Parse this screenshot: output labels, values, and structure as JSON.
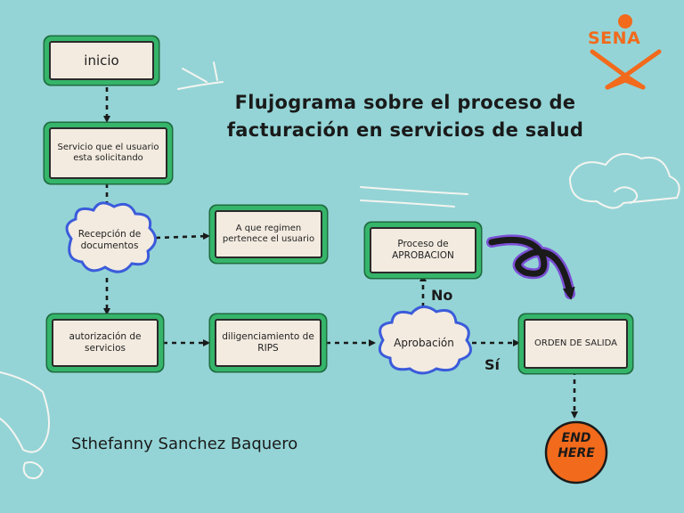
{
  "title": {
    "line1": "Flujograma sobre el proceso de",
    "line2": "facturación en servicios de salud"
  },
  "logo": {
    "text": "SENA",
    "color": "#f26a1b"
  },
  "nodes": {
    "inicio": "inicio",
    "servicio": "Servicio que el usuario esta solicitando",
    "recepcion": "Recepción de documentos",
    "regimen": "A que regimen pertenece el usuario",
    "autorizacion": "autorización de servicios",
    "diligenciamiento": "diligenciamiento de RIPS",
    "aprobacion": "Aprobación",
    "proceso": "Proceso de APROBACION",
    "orden": "ORDEN DE SALIDA",
    "end": "END HERE"
  },
  "edges": {
    "no": "No",
    "si": "Sí"
  },
  "author": "Sthefanny Sanchez Baquero",
  "colors": {
    "background": "#94d4d6",
    "box_fill": "#f3ebe0",
    "box_border": "#35b56a",
    "cloud_border": "#3b5bdb",
    "end_fill": "#f26a1b",
    "swirl_arrow": "#1a1a1a",
    "swirl_outline": "#7b4fd6"
  }
}
